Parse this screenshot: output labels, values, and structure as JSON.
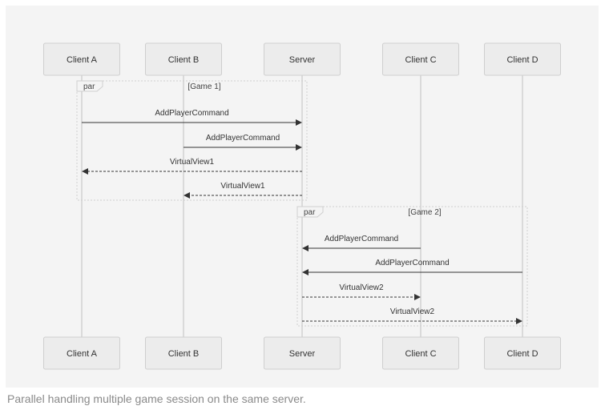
{
  "diagram": {
    "actors": [
      {
        "id": "a",
        "label": "Client A"
      },
      {
        "id": "b",
        "label": "Client B"
      },
      {
        "id": "s",
        "label": "Server"
      },
      {
        "id": "c",
        "label": "Client C"
      },
      {
        "id": "d",
        "label": "Client D"
      }
    ],
    "fragments": [
      {
        "keyword": "par",
        "condition": "[Game 1]"
      },
      {
        "keyword": "par",
        "condition": "[Game 2]"
      }
    ],
    "messages": [
      {
        "from": "a",
        "to": "s",
        "label": "AddPlayerCommand",
        "style": "solid"
      },
      {
        "from": "b",
        "to": "s",
        "label": "AddPlayerCommand",
        "style": "solid"
      },
      {
        "from": "s",
        "to": "a",
        "label": "VirtualView1",
        "style": "dashed"
      },
      {
        "from": "s",
        "to": "b",
        "label": "VirtualView1",
        "style": "dashed"
      },
      {
        "from": "c",
        "to": "s",
        "label": "AddPlayerCommand",
        "style": "solid"
      },
      {
        "from": "d",
        "to": "s",
        "label": "AddPlayerCommand",
        "style": "solid"
      },
      {
        "from": "s",
        "to": "c",
        "label": "VirtualView2",
        "style": "dashed"
      },
      {
        "from": "s",
        "to": "d",
        "label": "VirtualView2",
        "style": "dashed"
      }
    ]
  },
  "caption": "Parallel handling multiple game session on the same server."
}
